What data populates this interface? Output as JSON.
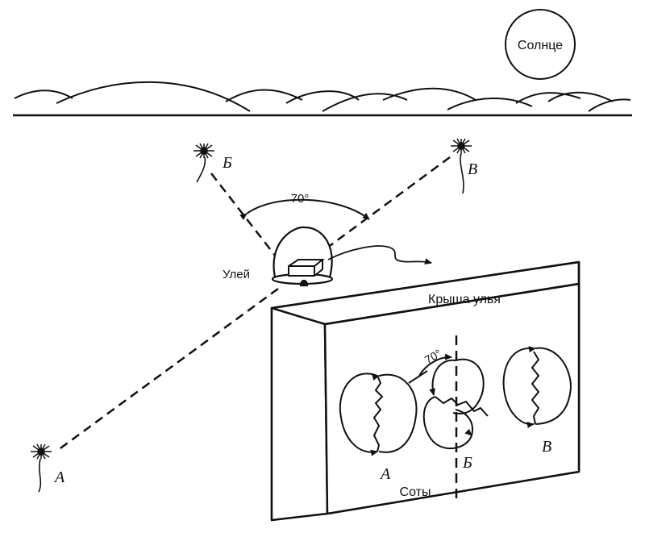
{
  "sun_label": "Солнце",
  "hive_label": "Улей",
  "angle_label": "70°",
  "comb_angle_label": "70°",
  "roof_label": "Крыша улья",
  "combs_label": "Соты",
  "flower_a": "А",
  "flower_b": "Б",
  "flower_v": "В",
  "dance_a": "А",
  "dance_b": "Б",
  "dance_v": "В"
}
